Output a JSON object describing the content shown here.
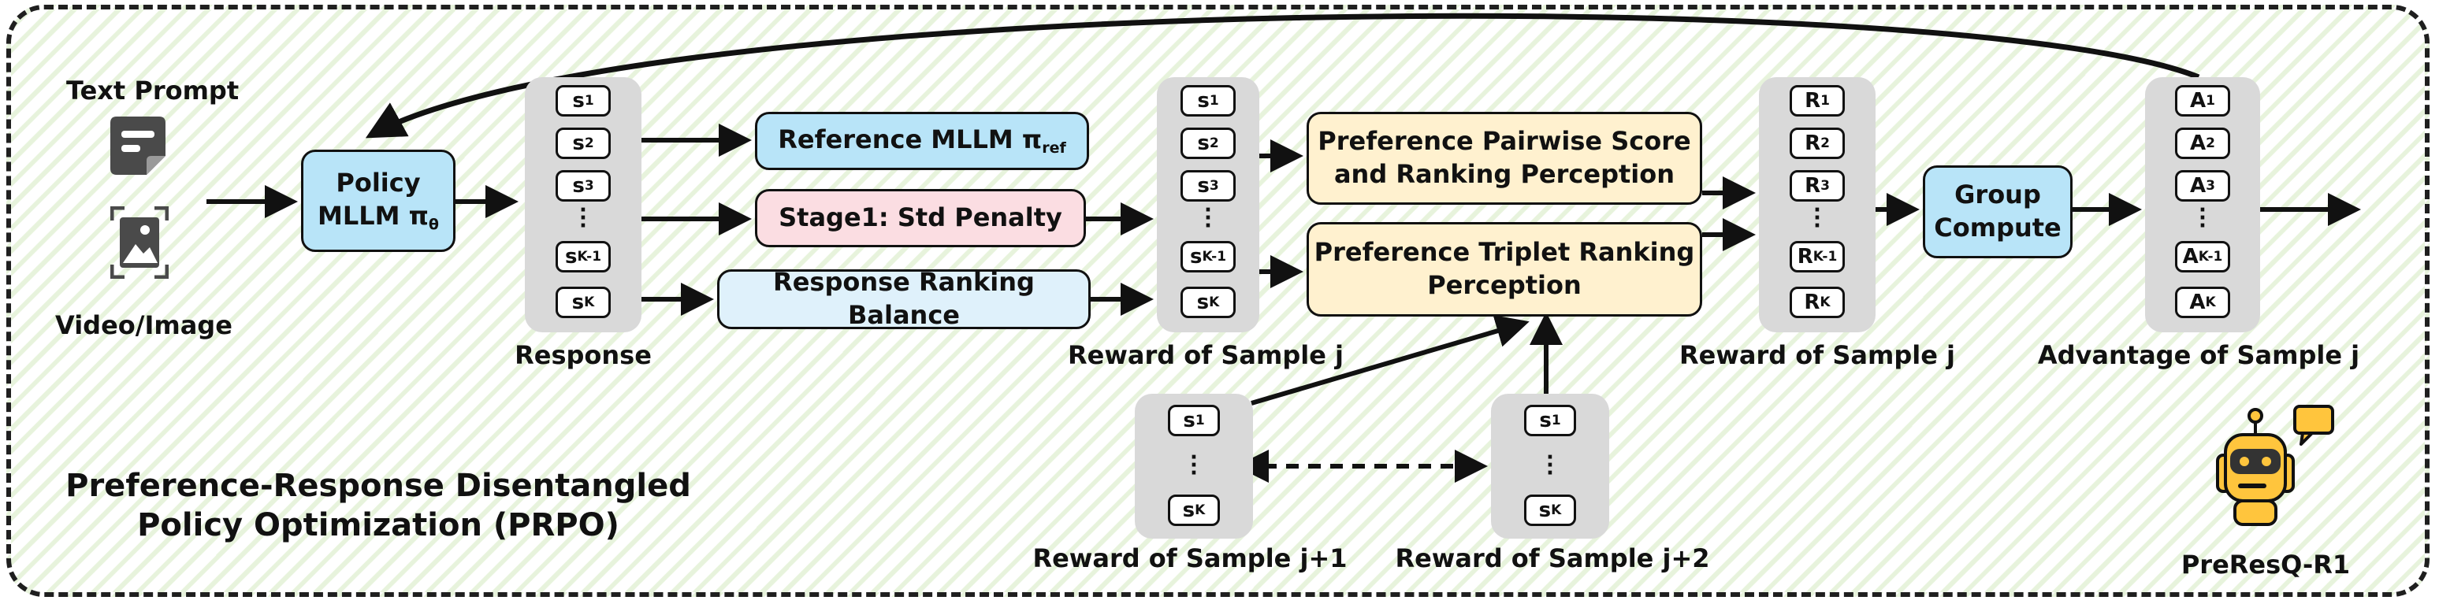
{
  "title": {
    "line1": "Preference-Response Disentangled",
    "line2": "Policy Optimization (PRPO)"
  },
  "inputs": {
    "text_prompt": "Text Prompt",
    "video_image": "Video/Image"
  },
  "policy": {
    "line1": "Policy",
    "line2": "MLLM π",
    "sub": "θ"
  },
  "response": {
    "label": "Response",
    "tokens": [
      {
        "base": "s",
        "sub": "1"
      },
      {
        "base": "s",
        "sub": "2"
      },
      {
        "base": "s",
        "sub": "3"
      },
      {
        "base": "s",
        "sub": "K-1"
      },
      {
        "base": "s",
        "sub": "K"
      }
    ]
  },
  "mid_boxes": {
    "reference": {
      "text": "Reference MLLM π",
      "sub": "ref"
    },
    "stage1": "Stage1: Std Penalty",
    "ranking_balance": "Response Ranking Balance"
  },
  "reward_j": {
    "label": "Reward of Sample j",
    "tokens": [
      {
        "base": "s",
        "sub": "1"
      },
      {
        "base": "s",
        "sub": "2"
      },
      {
        "base": "s",
        "sub": "3"
      },
      {
        "base": "s",
        "sub": "K-1"
      },
      {
        "base": "s",
        "sub": "K"
      }
    ]
  },
  "perception": {
    "pairwise": {
      "line1": "Preference Pairwise Score",
      "line2": "and Ranking Perception"
    },
    "triplet": {
      "line1": "Preference Triplet Ranking",
      "line2": "Perception"
    }
  },
  "reward_j1": {
    "label": "Reward of Sample j+1",
    "tokens": [
      {
        "base": "s",
        "sub": "1"
      },
      {
        "base": "s",
        "sub": "K"
      }
    ]
  },
  "reward_j2": {
    "label": "Reward of Sample j+2",
    "tokens": [
      {
        "base": "s",
        "sub": "1"
      },
      {
        "base": "s",
        "sub": "K"
      }
    ]
  },
  "reward_R": {
    "label": "Reward of Sample j",
    "tokens": [
      {
        "base": "R",
        "sub": "1"
      },
      {
        "base": "R",
        "sub": "2"
      },
      {
        "base": "R",
        "sub": "3"
      },
      {
        "base": "R",
        "sub": "K-1"
      },
      {
        "base": "R",
        "sub": "K"
      }
    ]
  },
  "group_compute": {
    "line1": "Group",
    "line2": "Compute"
  },
  "advantage": {
    "label": "Advantage of Sample j",
    "tokens": [
      {
        "base": "A",
        "sub": "1"
      },
      {
        "base": "A",
        "sub": "2"
      },
      {
        "base": "A",
        "sub": "3"
      },
      {
        "base": "A",
        "sub": "K-1"
      },
      {
        "base": "A",
        "sub": "K"
      }
    ]
  },
  "mascot": {
    "name": "PreResQ-R1",
    "icon": "robot-mascot-icon"
  },
  "icons": {
    "text": "text-prompt-icon",
    "image": "image-frame-icon"
  },
  "colors": {
    "policy": "#b8e4f8",
    "stage1": "#fbdde2",
    "perception": "#fff1cf",
    "ranking": "#dff1fb",
    "stripe": "#e7f3dc"
  }
}
